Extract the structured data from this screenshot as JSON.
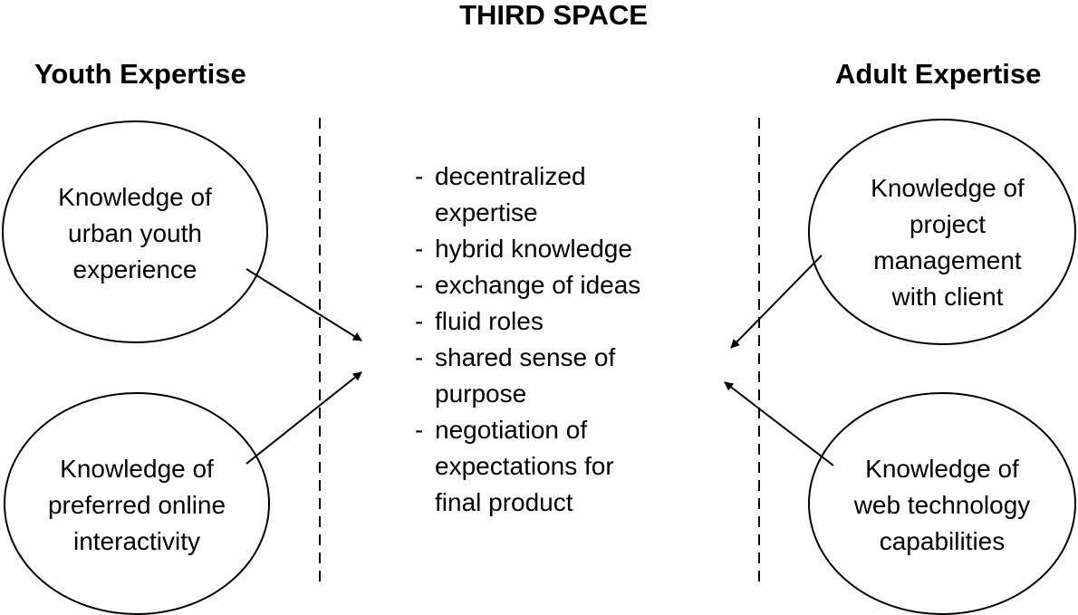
{
  "title": "THIRD SPACE",
  "left_heading": "Youth Expertise",
  "right_heading": "Adult Expertise",
  "ellipses": {
    "top_left": [
      "Knowledge of",
      "urban youth",
      "experience"
    ],
    "bottom_left": [
      "Knowledge of",
      "preferred online",
      "interactivity"
    ],
    "top_right": [
      "Knowledge of",
      "project",
      "management",
      "with client"
    ],
    "bottom_right": [
      "Knowledge of",
      "web technology",
      "capabilities"
    ]
  },
  "third_space_features": [
    {
      "dash": "-",
      "lines": [
        "decentralized",
        "expertise"
      ]
    },
    {
      "dash": "-",
      "lines": [
        "hybrid knowledge"
      ]
    },
    {
      "dash": "-",
      "lines": [
        "exchange of ideas"
      ]
    },
    {
      "dash": "-",
      "lines": [
        "fluid roles"
      ]
    },
    {
      "dash": "-",
      "lines": [
        "shared sense of",
        "purpose"
      ]
    },
    {
      "dash": "-",
      "lines": [
        "negotiation of",
        "expectations for",
        "final product"
      ]
    }
  ]
}
